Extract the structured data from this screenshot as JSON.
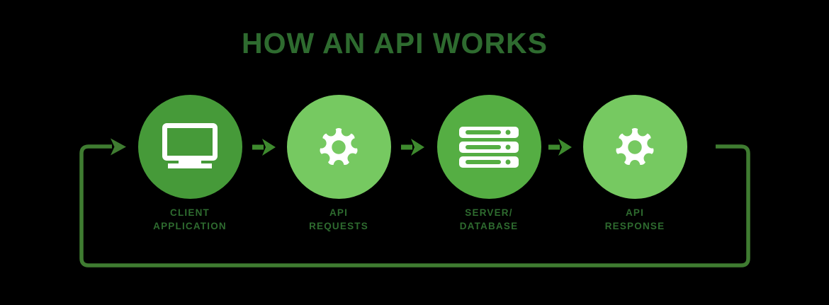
{
  "title": {
    "text": "HOW AN API WORKS",
    "color": "#2e6b2f"
  },
  "background_color": "#000000",
  "label_color": "#2e6b2f",
  "icon_color": "#ffffff",
  "flow_arrows": {
    "color": "#3e8a2e"
  },
  "loop_arrow": {
    "color": "#3f7c31"
  },
  "nodes": [
    {
      "label_line1": "CLIENT",
      "label_line2": "APPLICATION",
      "icon": "monitor-icon",
      "circle_color": "#469a39"
    },
    {
      "label_line1": "API",
      "label_line2": "REQUESTS",
      "icon": "gear-icon",
      "circle_color": "#76c961"
    },
    {
      "label_line1": "SERVER/",
      "label_line2": "DATABASE",
      "icon": "server-icon",
      "circle_color": "#55ae43"
    },
    {
      "label_line1": "API",
      "label_line2": "RESPONSE",
      "icon": "gear-icon",
      "circle_color": "#76c961"
    }
  ]
}
